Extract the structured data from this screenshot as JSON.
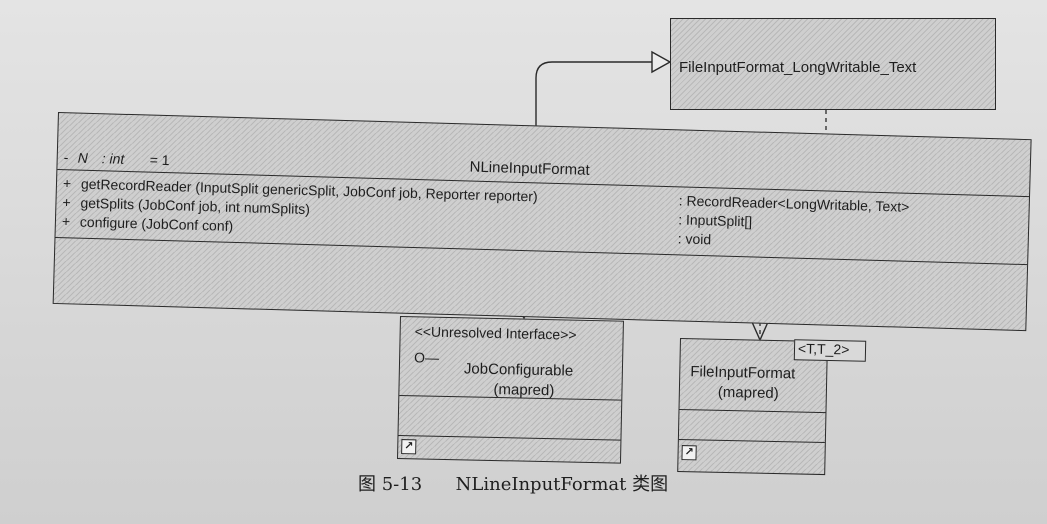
{
  "file_input_format_lwt": {
    "name": "FileInputFormat_LongWritable_Text"
  },
  "nline_input_format": {
    "name": "NLineInputFormat",
    "attribute": {
      "visibility": "-",
      "name": "N",
      "type": ": int",
      "default": "= 1"
    },
    "operations": [
      {
        "visibility": "+",
        "signature": "getRecordReader (InputSplit genericSplit, JobConf job, Reporter reporter)",
        "return_type": ": RecordReader<LongWritable, Text>"
      },
      {
        "visibility": "+",
        "signature": "getSplits (JobConf job, int numSplits)",
        "return_type": ": InputSplit[]"
      },
      {
        "visibility": "+",
        "signature": "configure (JobConf conf)",
        "return_type": ": void"
      }
    ]
  },
  "job_configurable": {
    "stereotype": "<<Unresolved Interface>>",
    "interface_marker": "O—",
    "name": "JobConfigurable",
    "package": "(mapred)"
  },
  "file_input_format": {
    "template_params": "<T,T_2>",
    "name": "FileInputFormat",
    "package": "(mapred)"
  },
  "caption": {
    "number": "图 5-13",
    "title": "NLineInputFormat 类图"
  }
}
